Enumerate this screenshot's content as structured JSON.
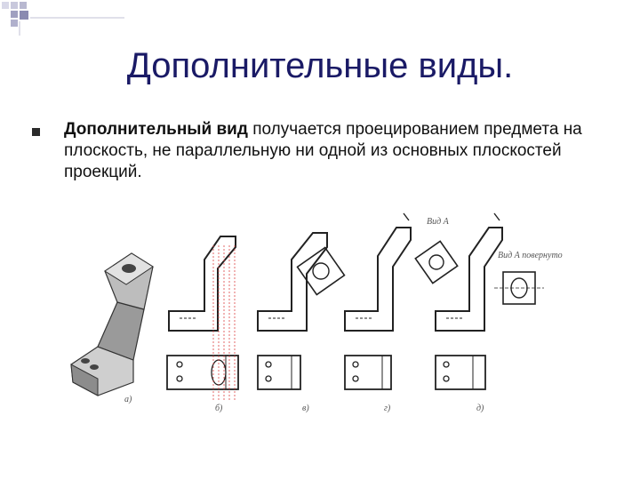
{
  "slide": {
    "title": "Дополнительные виды.",
    "bullet": {
      "term": "Дополнительный вид",
      "text": " получается проецированием предмета на плоскость, не параллельную ни одной из основных плоскостей проекций."
    }
  },
  "figure": {
    "panel_labels": [
      "а)",
      "б)",
      "в)",
      "г)",
      "д)"
    ],
    "view_labels": [
      "Вид А",
      "Вид А повернуто"
    ]
  }
}
